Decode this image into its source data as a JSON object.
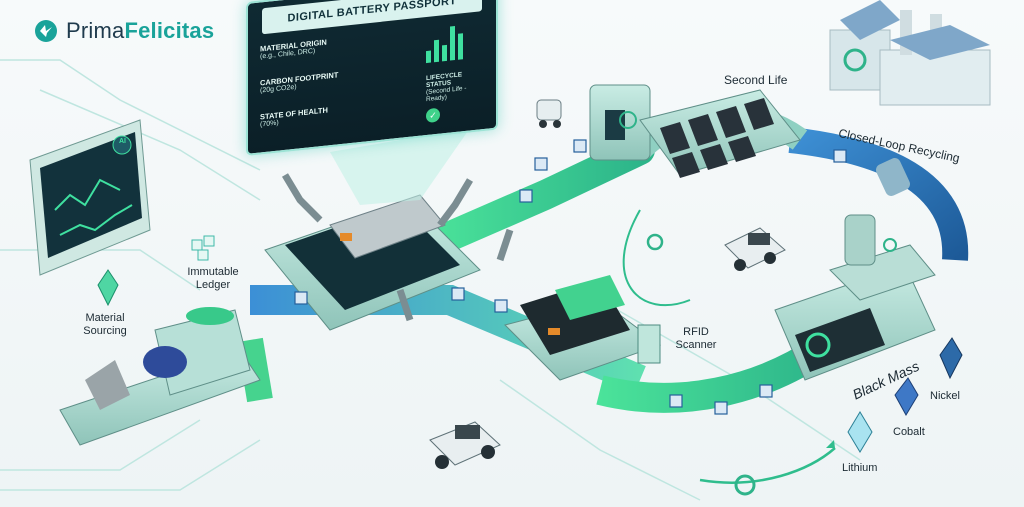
{
  "brand": {
    "prefix": "Prima",
    "suffix": "Felicitas"
  },
  "passport": {
    "title": "DIGITAL BATTERY PASSPORT",
    "material_origin": "MATERIAL ORIGIN",
    "material_origin_value": "(e.g., Chile, DRC)",
    "carbon_footprint": "CARBON FOOTPRINT",
    "carbon_footprint_value": "(20g CO2e)",
    "state_of_health": "STATE OF HEALTH",
    "state_of_health_value": "(70%)",
    "lifecycle_status": "LIFECYCLE STATUS",
    "lifecycle_status_value": "(Second Life - Ready)"
  },
  "labels": {
    "immutable_ledger": "Immutable Ledger",
    "material_sourcing": "Material Sourcing",
    "second_life": "Second Life",
    "closed_loop": "Closed-Loop Recycling",
    "rfid_scanner": "RFID Scanner",
    "black_mass": "Black Mass",
    "nickel": "Nickel",
    "cobalt": "Cobalt",
    "lithium": "Lithium",
    "ai_badge": "AI"
  },
  "colors": {
    "accent": "#1aa39a",
    "machine": "#a8d9cf",
    "machine_dark": "#5f8f88",
    "belt_green": "#3fd28a",
    "belt_blue": "#3c8fd6",
    "pipe": "#2d6fb3"
  }
}
